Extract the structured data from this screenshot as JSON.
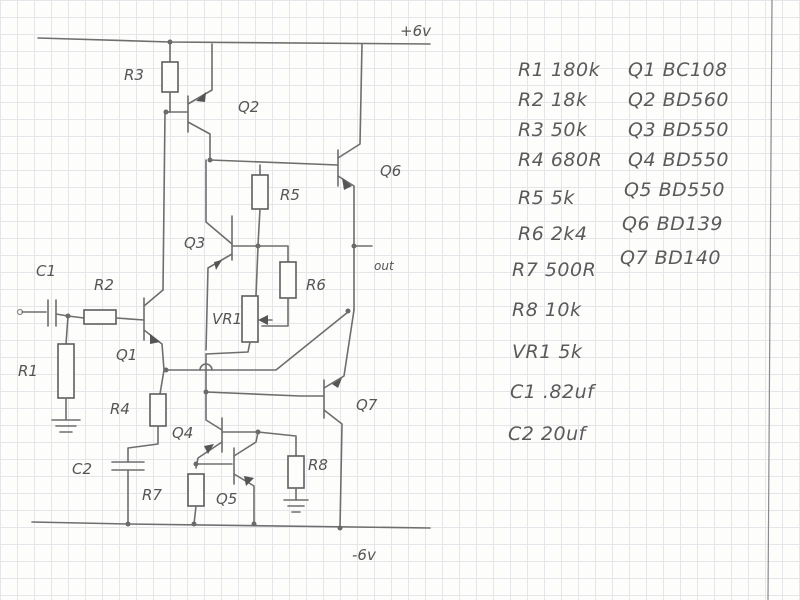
{
  "rails": {
    "positive": "+6v",
    "negative": "-6v",
    "output": "out"
  },
  "labels": {
    "r1": "R1",
    "r2": "R2",
    "r3": "R3",
    "r4": "R4",
    "r5": "R5",
    "r6": "R6",
    "r7": "R7",
    "r8": "R8",
    "vr1": "VR1",
    "c1": "C1",
    "c2": "C2",
    "q1": "Q1",
    "q2": "Q2",
    "q3": "Q3",
    "q4": "Q4",
    "q5": "Q5",
    "q6": "Q6",
    "q7": "Q7"
  },
  "parts_list": {
    "resistors": [
      "R1 180k",
      "R2 18k",
      "R3 50k",
      "R4 680R",
      "R5 5k",
      "R6 2k4",
      "R7 500R",
      "R8 10k",
      "VR1 5k",
      "C1 .82uf",
      "C2 20uf"
    ],
    "transistors": [
      "Q1 BC108",
      "Q2 BD560",
      "Q3 BD550",
      "Q4 BD550",
      "Q5 BD550",
      "Q6 BD139",
      "Q7 BD140"
    ]
  }
}
